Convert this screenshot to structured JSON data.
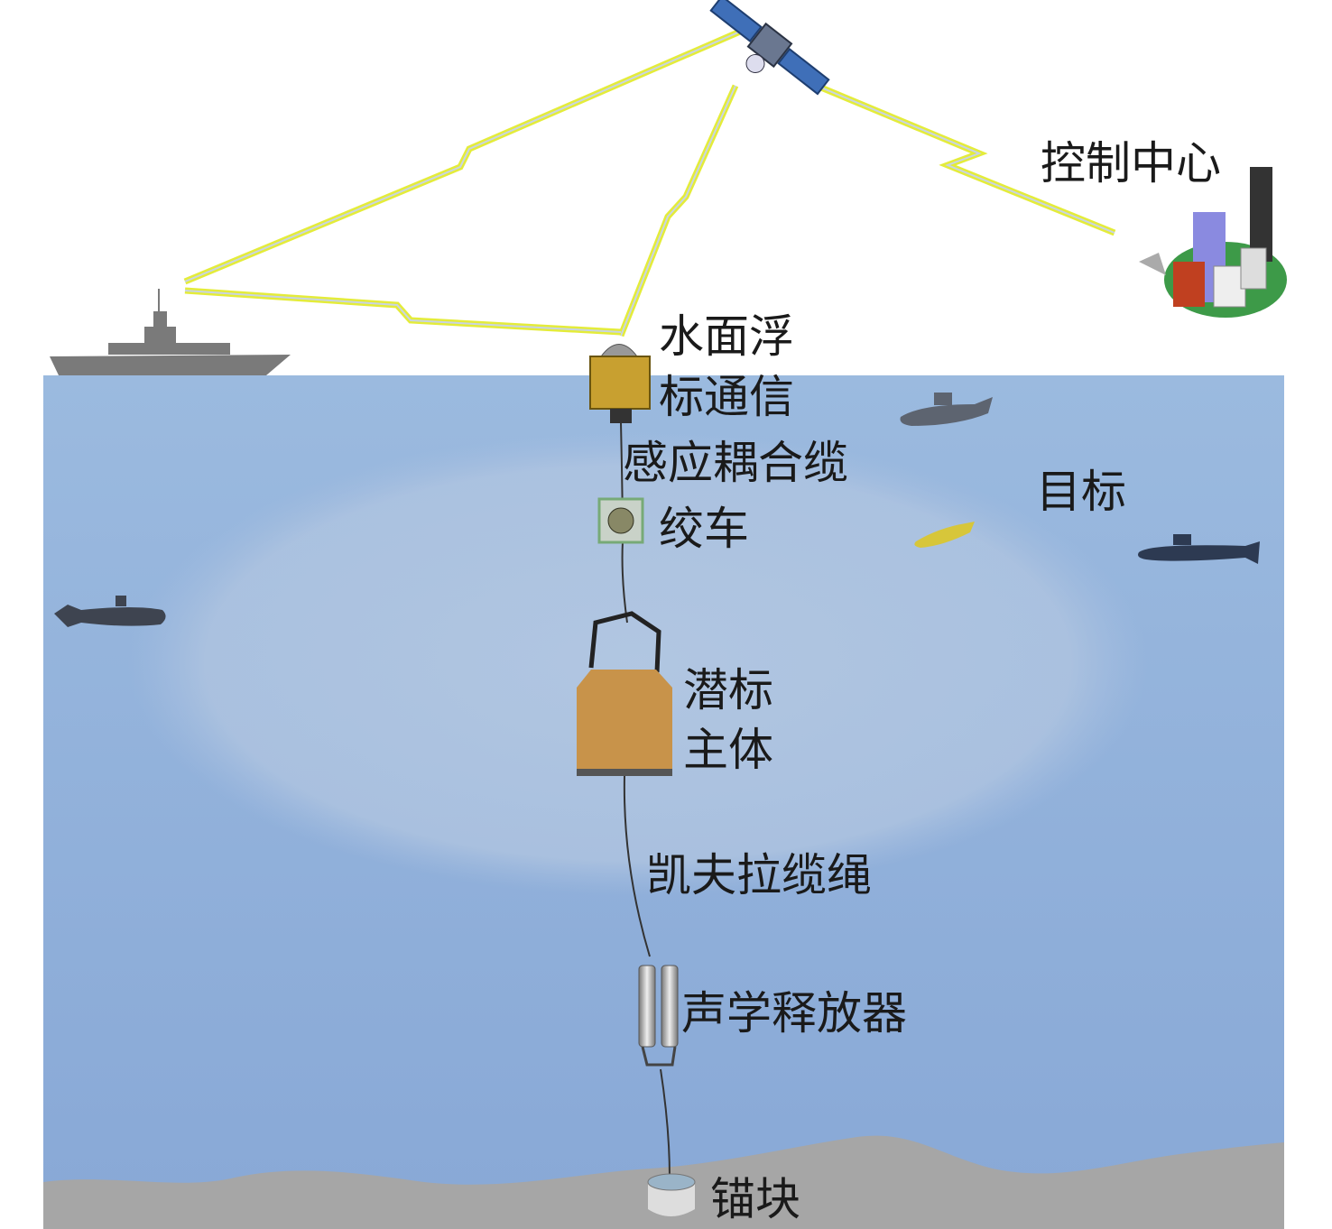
{
  "labels": {
    "control_center": "控制中心",
    "surface_buoy_line1": "水面浮",
    "surface_buoy_line2": "标通信",
    "inductive_cable": "感应耦合缆",
    "winch": "绞车",
    "target": "目标",
    "subsurface_buoy_line1": "潜标",
    "subsurface_buoy_line2": "主体",
    "kevlar_rope": "凯夫拉缆绳",
    "acoustic_release": "声学释放器",
    "anchor": "锚块"
  },
  "colors": {
    "water": "#8fb0da",
    "seabed": "#a6a6a6",
    "lightning": "#e4ec3a",
    "buoy_body": "#c8a030",
    "main_body": "#c8934a"
  }
}
